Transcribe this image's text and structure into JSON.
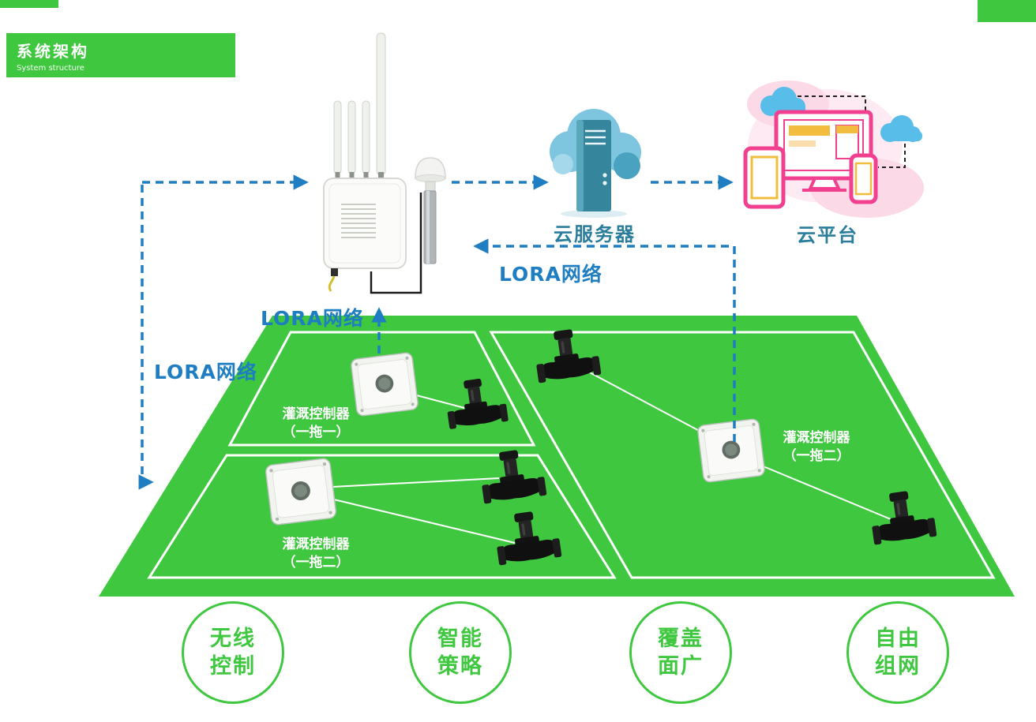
{
  "colors": {
    "green": "#3fc83f",
    "blue": "#1f7dc2",
    "teal-text": "#2b7d9c",
    "pink": "#f0408f",
    "yellow": "#f2bc3f",
    "teal": "#35869c",
    "light-blue": "#7ec6e0"
  },
  "header": {
    "title": "系统架构",
    "subtitle": "System structure"
  },
  "network": {
    "lora_left": "LORA网络",
    "lora_gateway": "LORA网络",
    "lora_right": "LORA网络"
  },
  "cloud": {
    "server": "云服务器",
    "platform": "云平台"
  },
  "controllers": [
    {
      "name": "灌溉控制器",
      "mode": "（一拖一）"
    },
    {
      "name": "灌溉控制器",
      "mode": "（一拖二）"
    },
    {
      "name": "灌溉控制器",
      "mode": "（一拖二）"
    }
  ],
  "features": [
    {
      "line1": "无线",
      "line2": "控制"
    },
    {
      "line1": "智能",
      "line2": "策略"
    },
    {
      "line1": "覆盖",
      "line2": "面广"
    },
    {
      "line1": "自由",
      "line2": "组网"
    }
  ]
}
